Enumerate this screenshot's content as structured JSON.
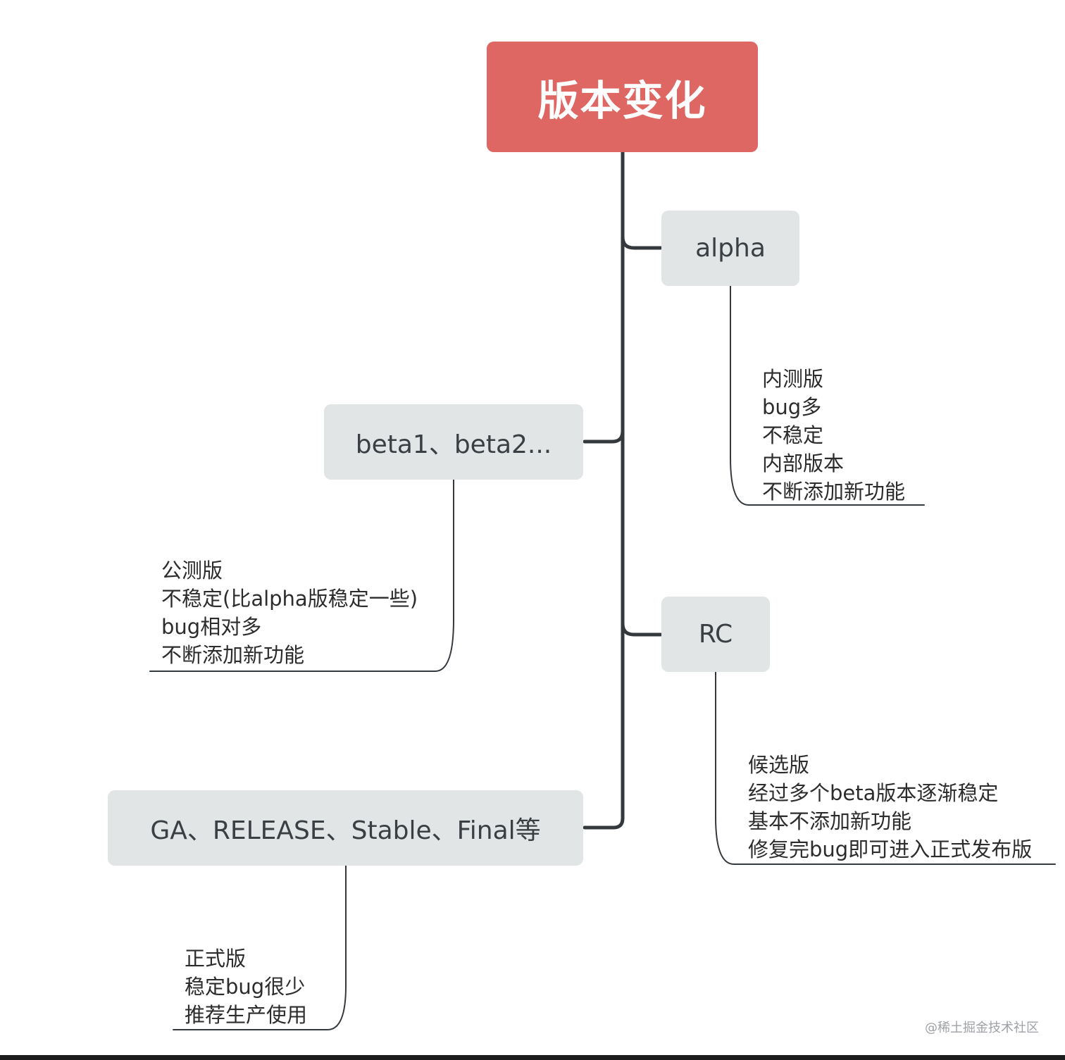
{
  "root": {
    "label": "版本变化"
  },
  "colors": {
    "root_fill": "#de6764",
    "branch_fill": "#e2e5e6",
    "line": "#34393e"
  },
  "branches": [
    {
      "label": "alpha",
      "notes": [
        "内测版",
        "bug多",
        "不稳定",
        "内部版本",
        "不断添加新功能"
      ]
    },
    {
      "label": "beta1、beta2...",
      "notes": [
        "公测版",
        "不稳定(比alpha版稳定一些)",
        "bug相对多",
        "不断添加新功能"
      ]
    },
    {
      "label": "RC",
      "notes": [
        "候选版",
        "经过多个beta版本逐渐稳定",
        "基本不添加新功能",
        "修复完bug即可进入正式发布版"
      ]
    },
    {
      "label": "GA、RELEASE、Stable、Final等",
      "notes": [
        "正式版",
        "稳定bug很少",
        "推荐生产使用"
      ]
    }
  ],
  "watermark": "@稀土掘金技术社区"
}
